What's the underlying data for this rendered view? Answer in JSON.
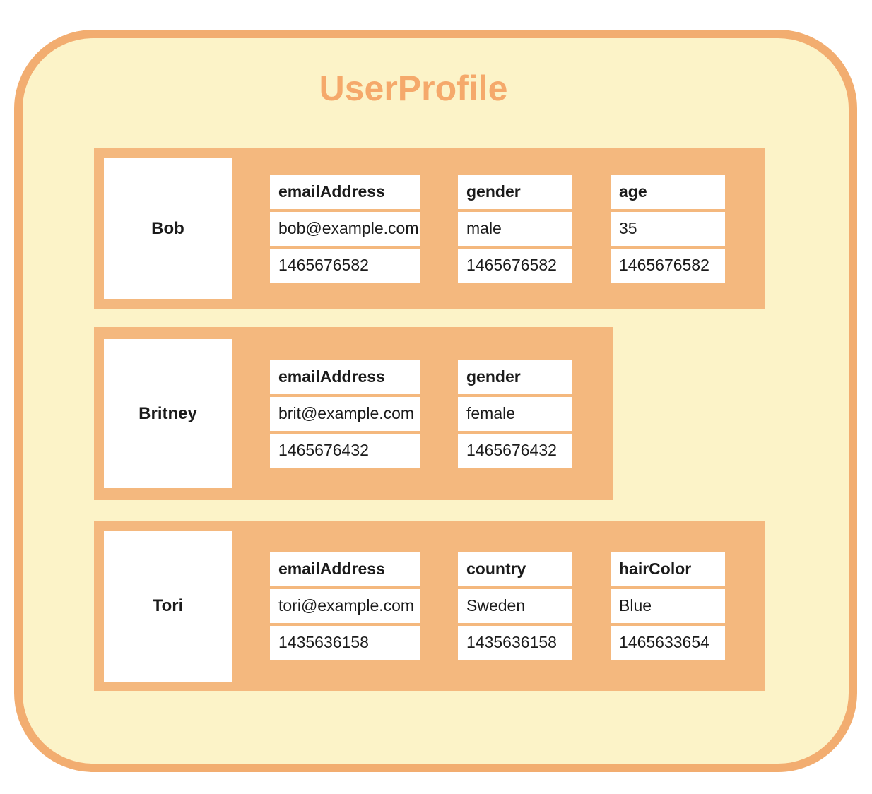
{
  "diagram": {
    "title": "UserProfile",
    "colors": {
      "outer_border": "#f2ad70",
      "container_fill": "#fcf3c8",
      "row_fill": "#f4b87e",
      "cell_fill": "#ffffff",
      "title_color": "#f5a96b",
      "text_color": "#1b1b1b"
    },
    "rows": [
      {
        "key": "Bob",
        "columns": [
          {
            "name": "emailAddress",
            "value": "bob@example.com",
            "timestamp": "1465676582"
          },
          {
            "name": "gender",
            "value": "male",
            "timestamp": "1465676582"
          },
          {
            "name": "age",
            "value": "35",
            "timestamp": "1465676582"
          }
        ]
      },
      {
        "key": "Britney",
        "columns": [
          {
            "name": "emailAddress",
            "value": "brit@example.com",
            "timestamp": "1465676432"
          },
          {
            "name": "gender",
            "value": "female",
            "timestamp": "1465676432"
          }
        ]
      },
      {
        "key": "Tori",
        "columns": [
          {
            "name": "emailAddress",
            "value": "tori@example.com",
            "timestamp": "1435636158"
          },
          {
            "name": "country",
            "value": "Sweden",
            "timestamp": "1435636158"
          },
          {
            "name": "hairColor",
            "value": "Blue",
            "timestamp": "1465633654"
          }
        ]
      }
    ]
  }
}
